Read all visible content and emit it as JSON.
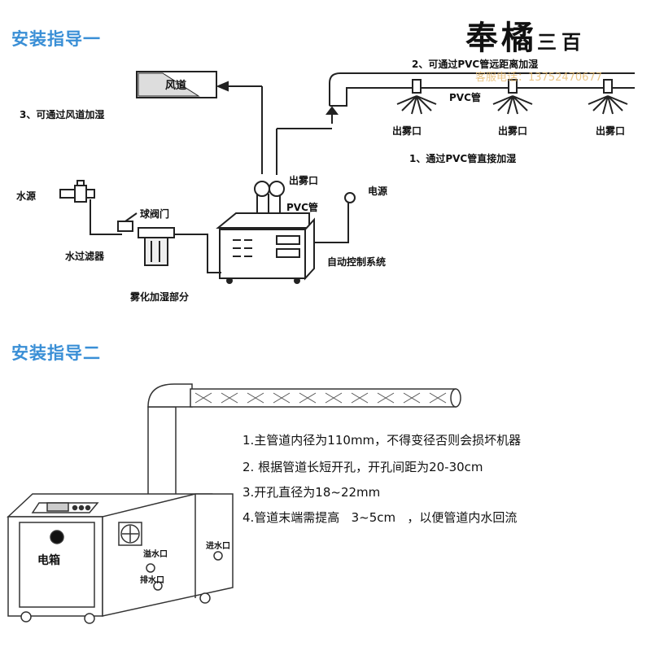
{
  "brand": {
    "main": "奉橘",
    "sub": "三百",
    "contact": "客服电话：13752470677"
  },
  "guide1": {
    "title": "安装指导一",
    "labels": {
      "duct": "风道",
      "option3": "3、可通过风道加湿",
      "option2": "2、可通过PVC管远距离加湿",
      "pvc_top": "PVC管",
      "mist_outlet": "出雾口",
      "option1": "1、通过PVC管直接加湿",
      "water_source": "水源",
      "ball_valve": "球阀门",
      "outlet_unit": "出雾口",
      "pvc_unit": "PVC管",
      "power": "电源",
      "filter": "水过滤器",
      "auto_control": "自动控制系统",
      "atomizer": "雾化加湿部分"
    }
  },
  "guide2": {
    "title": "安装指导二",
    "instructions": [
      "1.主管道内径为110mm，不得变径否则会损坏机器",
      "2. 根据管道长短开孔，开孔间距为20-30cm",
      "3.开孔直径为18~22mm",
      "4.管道末端需提高   3~5cm   ，以便管道内水回流"
    ],
    "machine": {
      "box_label": "电箱",
      "overflow": "溢水口",
      "inlet": "进水口",
      "drain": "排水口"
    }
  }
}
